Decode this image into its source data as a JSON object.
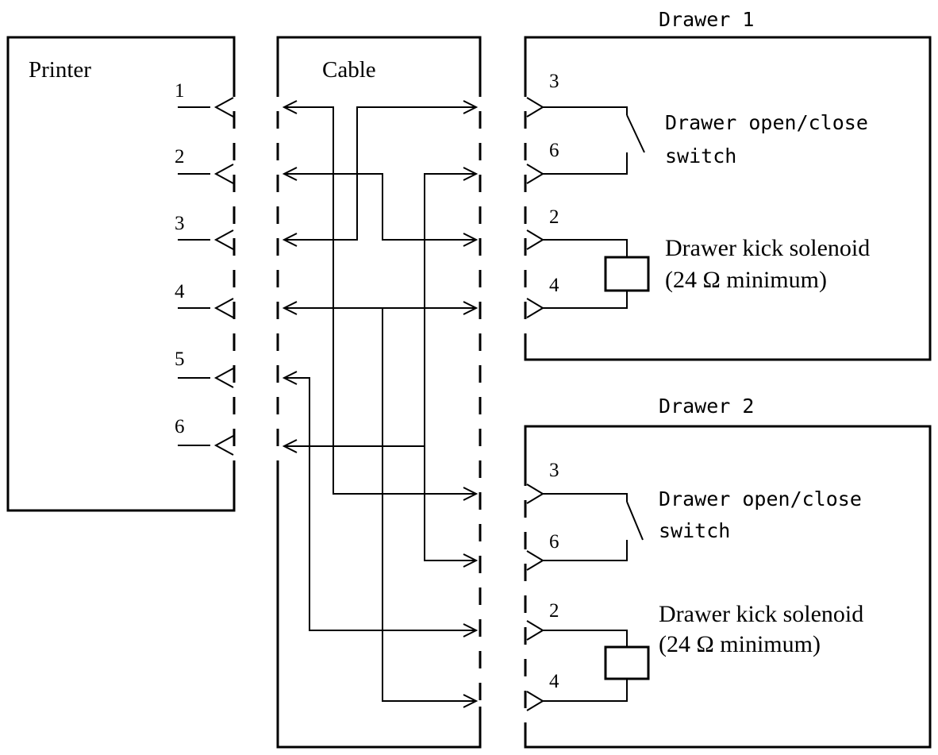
{
  "printer": {
    "label": "Printer",
    "pins": [
      "1",
      "2",
      "3",
      "4",
      "5",
      "6"
    ]
  },
  "cable": {
    "label": "Cable"
  },
  "drawer1": {
    "title": "Drawer 1",
    "pins": [
      "3",
      "6",
      "2",
      "4"
    ],
    "switch_line1": "Drawer open/close",
    "switch_line2": "switch",
    "solenoid_line1": "Drawer kick solenoid",
    "solenoid_line2": "(24 Ω minimum)"
  },
  "drawer2": {
    "title": "Drawer 2",
    "pins": [
      "3",
      "6",
      "2",
      "4"
    ],
    "switch_line1": "Drawer open/close",
    "switch_line2": "switch",
    "solenoid_line1": "Drawer kick solenoid",
    "solenoid_line2": "(24 Ω minimum)"
  }
}
